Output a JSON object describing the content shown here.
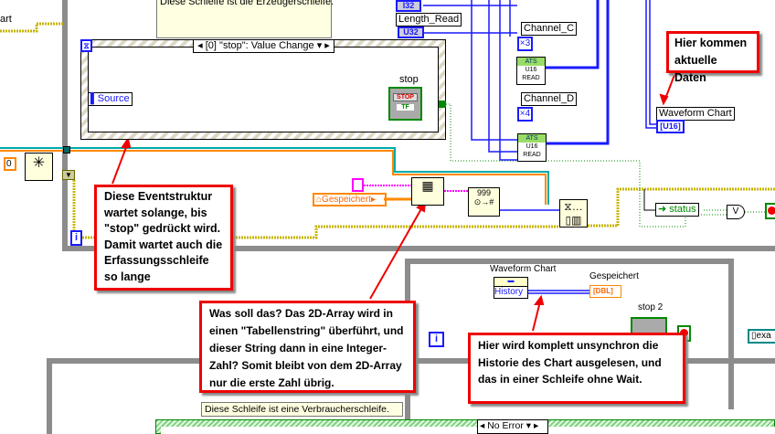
{
  "top_left_label": "art",
  "comments": {
    "producer": "Diese Schleife ist die Erzeugerschleife.",
    "consumer": "Diese Schleife ist eine Verbraucherschleife."
  },
  "event_structure": {
    "selector": "[0] \"stop\": Value Change",
    "source": "Source",
    "stop_label": "stop",
    "stop_button": "STOP",
    "tf": "TF"
  },
  "terminals": {
    "i32": "I32",
    "length_read": "Length_Read",
    "u32": "U32",
    "channel_c": "Channel_C",
    "x3": "×3",
    "channel_d": "Channel_D",
    "x4": "×4",
    "ats": "ATS",
    "u16": "U16",
    "read": "READ",
    "waveform_chart": "Waveform Chart",
    "u16_terminal": "[U16]",
    "const_zero": "0",
    "gespeichert": "Gespeichert",
    "status": "status",
    "or": "V",
    "iter": "i",
    "exa": "exa"
  },
  "loop2": {
    "waveform_chart": "Waveform Chart",
    "history": "History",
    "gespeichert": "Gespeichert",
    "dbl": "DBL",
    "stop2": "stop 2",
    "iter": "i"
  },
  "case": {
    "selector": "No Error"
  },
  "callouts": {
    "hier_kommen": "Hier kommen aktuelle Daten",
    "eventstruktur": "Diese Eventstruktur wartet solange, bis \"stop\" gedrückt wird. Damit wartet auch die Erfassungsschleife so lange",
    "was_soll": "Was soll das? Das 2D-Array wird in einen \"Tabellenstring\" überführt, und dieser String dann in eine Integer-Zahl? Somit bleibt von dem 2D-Array nur die erste Zahl übrig.",
    "hier_wird": "Hier wird komplett unsynchron die Historie des Chart ausgelesen, und das in einer Schleife ohne Wait."
  },
  "colors": {
    "callout": "#e00000",
    "loop": "#8c8c8c",
    "u16_wire": "#1a1aff",
    "error_wire": "#c8b400"
  }
}
